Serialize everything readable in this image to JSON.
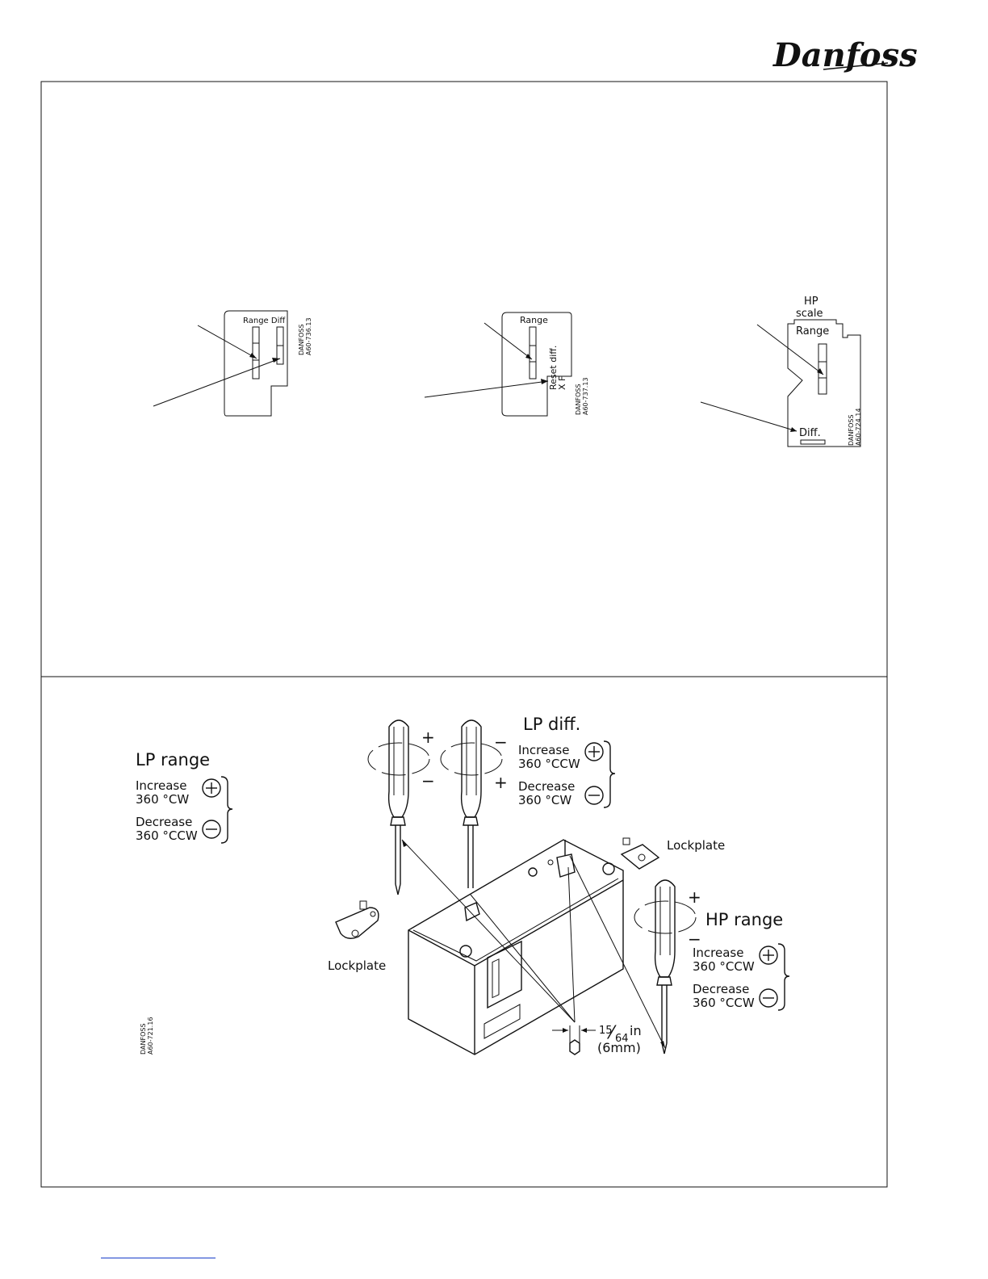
{
  "header": {
    "logo_text": "Danfoss"
  },
  "top_panel": {
    "diagram_a": {
      "labels": [
        "Range Diff"
      ],
      "code": "DANFOSS\nA60-736.13"
    },
    "diagram_b": {
      "labels": [
        "Range",
        "Reset diff.",
        "X F"
      ],
      "code": "DANFOSS\nA60-737.13"
    },
    "diagram_c": {
      "labels": [
        "HP",
        "scale",
        "Range",
        "Diff."
      ],
      "code": "DANFOSS\nA60-724.14"
    }
  },
  "bottom_panel": {
    "lp_range": {
      "title": "LP range",
      "increase": "Increase",
      "increase_dir": "360 °CW",
      "decrease": "Decrease",
      "decrease_dir": "360 °CCW"
    },
    "lp_diff": {
      "title": "LP diff.",
      "increase": "Increase",
      "increase_dir": "360 °CCW",
      "decrease": "Decrease",
      "decrease_dir": "360 °CW"
    },
    "hp_range": {
      "title": "HP range",
      "increase": "Increase",
      "increase_dir": "360 °CCW",
      "decrease": "Decrease",
      "decrease_dir": "360 °CCW"
    },
    "lockplate_right": "Lockplate",
    "lockplate_left": "Lockplate",
    "hex_size_fraction_num": "15",
    "hex_size_fraction_den": "64",
    "hex_size_unit": "in",
    "hex_size_metric": "(6mm)",
    "code": "DANFOSS\nA60-721.16"
  },
  "icons": [
    "danfoss-logo",
    "plus-circle-icon",
    "minus-circle-icon",
    "screwdriver-icon"
  ]
}
